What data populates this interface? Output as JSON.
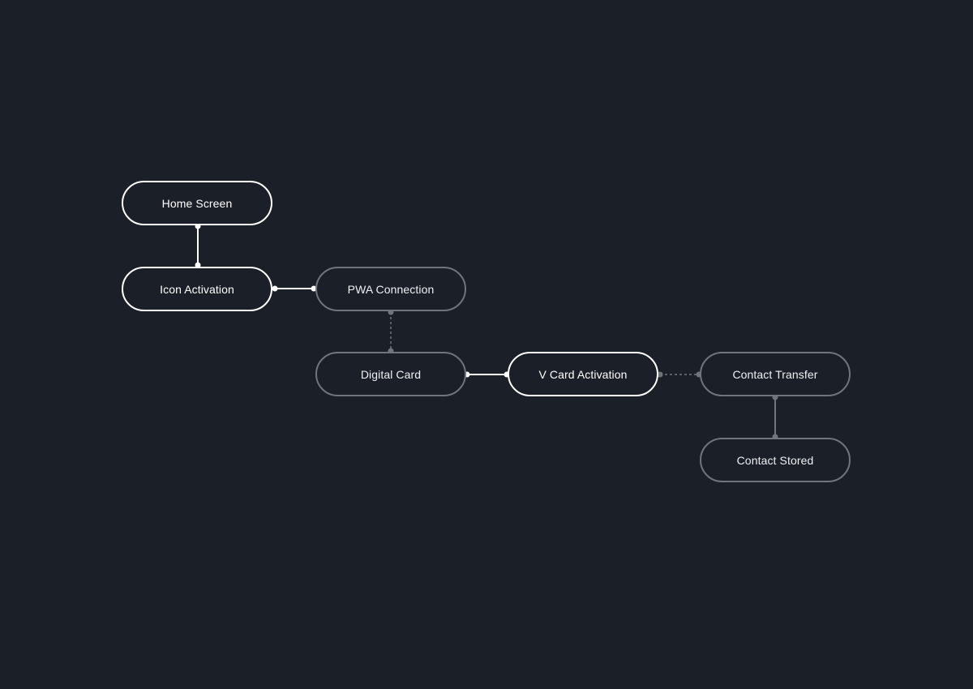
{
  "diagram": {
    "nodes": [
      {
        "id": "home",
        "label": "Home Screen",
        "state": "active"
      },
      {
        "id": "icon",
        "label": "Icon Activation",
        "state": "active"
      },
      {
        "id": "pwa",
        "label": "PWA Connection",
        "state": "muted"
      },
      {
        "id": "digital",
        "label": "Digital Card",
        "state": "muted"
      },
      {
        "id": "vcard",
        "label": "V Card Activation",
        "state": "active"
      },
      {
        "id": "transfer",
        "label": "Contact Transfer",
        "state": "muted"
      },
      {
        "id": "stored",
        "label": "Contact Stored",
        "state": "muted"
      }
    ],
    "edges": [
      {
        "from": "home",
        "to": "icon",
        "style": "solid",
        "state": "active"
      },
      {
        "from": "icon",
        "to": "pwa",
        "style": "solid",
        "state": "active"
      },
      {
        "from": "pwa",
        "to": "digital",
        "style": "dashed",
        "state": "muted"
      },
      {
        "from": "digital",
        "to": "vcard",
        "style": "solid",
        "state": "active"
      },
      {
        "from": "vcard",
        "to": "transfer",
        "style": "dashed",
        "state": "muted"
      },
      {
        "from": "transfer",
        "to": "stored",
        "style": "solid",
        "state": "muted"
      }
    ]
  },
  "colors": {
    "background": "#1b1f27",
    "active": "#ffffff",
    "muted": "#70747c"
  }
}
